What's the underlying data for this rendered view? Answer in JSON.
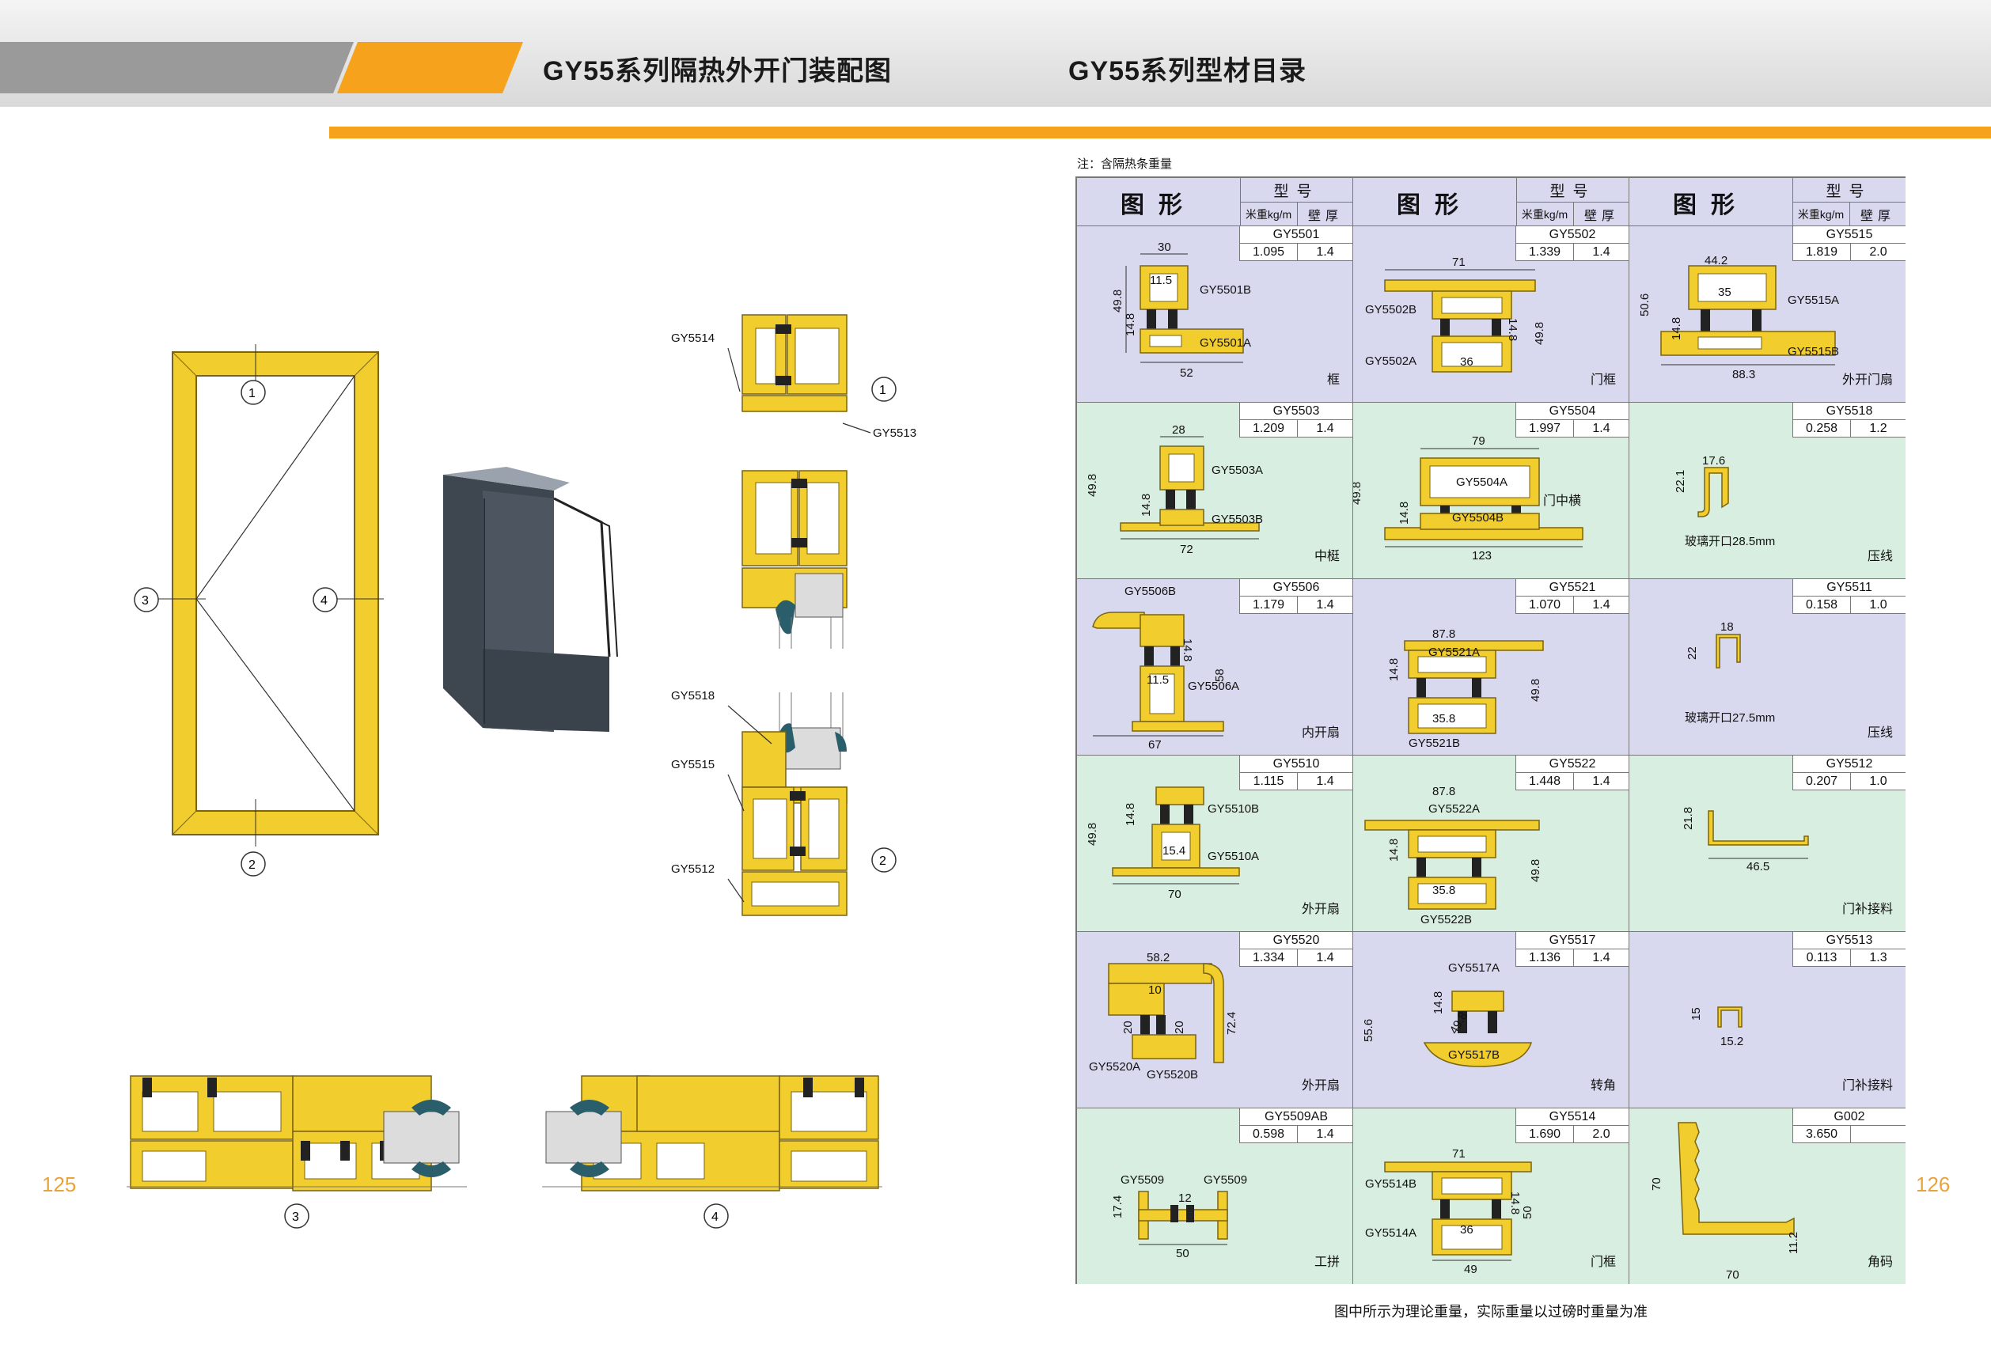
{
  "header": {
    "left_title": "GY55系列隔热外开门装配图",
    "right_title": "GY55系列型材目录"
  },
  "page_numbers": {
    "left": "125",
    "right": "126"
  },
  "catalog": {
    "note": "注：含隔热条重量",
    "header": {
      "figure": "图形",
      "model": "型号",
      "weight": "米重kg/m",
      "thickness": "壁厚"
    },
    "footer_note": "图中所示为理论重量，实际重量以过磅时重量为准",
    "cells": [
      {
        "code": "GY5501",
        "weight": "1.095",
        "thickness": "1.4",
        "name": "框",
        "parts": [
          "GY5501B",
          "GY5501A"
        ],
        "dims": [
          "30",
          "11.5",
          "49.8",
          "14.8",
          "52"
        ]
      },
      {
        "code": "GY5502",
        "weight": "1.339",
        "thickness": "1.4",
        "name": "门框",
        "parts": [
          "GY5502B",
          "GY5502A"
        ],
        "dims": [
          "71",
          "14.8",
          "49.8",
          "36"
        ]
      },
      {
        "code": "GY5515",
        "weight": "1.819",
        "thickness": "2.0",
        "name": "外开门扇",
        "parts": [
          "GY5515A",
          "GY5515B"
        ],
        "dims": [
          "44.2",
          "35",
          "50.6",
          "14.8",
          "88.3"
        ]
      },
      {
        "code": "GY5503",
        "weight": "1.209",
        "thickness": "1.4",
        "name": "中梃",
        "parts": [
          "GY5503A",
          "GY5503B"
        ],
        "dims": [
          "28",
          "49.8",
          "14.8",
          "72"
        ]
      },
      {
        "code": "GY5504",
        "weight": "1.997",
        "thickness": "1.4",
        "name": "门中横",
        "parts": [
          "GY5504A",
          "GY5504B"
        ],
        "dims": [
          "79",
          "49.8",
          "14.8",
          "123"
        ]
      },
      {
        "code": "GY5518",
        "weight": "0.258",
        "thickness": "1.2",
        "name": "压线",
        "parts": [
          "玻璃开口28.5mm"
        ],
        "dims": [
          "17.6",
          "22.1"
        ]
      },
      {
        "code": "GY5506",
        "weight": "1.179",
        "thickness": "1.4",
        "name": "内开扇",
        "parts": [
          "GY5506B",
          "GY5506A"
        ],
        "dims": [
          "14.8",
          "58",
          "11.5",
          "67"
        ]
      },
      {
        "code": "GY5521",
        "weight": "1.070",
        "thickness": "1.4",
        "name": "",
        "parts": [
          "GY5521A",
          "GY5521B"
        ],
        "dims": [
          "87.8",
          "14.8",
          "49.8",
          "35.8"
        ]
      },
      {
        "code": "GY5511",
        "weight": "0.158",
        "thickness": "1.0",
        "name": "压线",
        "parts": [
          "玻璃开口27.5mm"
        ],
        "dims": [
          "18",
          "22"
        ]
      },
      {
        "code": "GY5510",
        "weight": "1.115",
        "thickness": "1.4",
        "name": "外开扇",
        "parts": [
          "GY5510B",
          "GY5510A"
        ],
        "dims": [
          "14.8",
          "49.8",
          "15.4",
          "70"
        ]
      },
      {
        "code": "GY5522",
        "weight": "1.448",
        "thickness": "1.4",
        "name": "",
        "parts": [
          "GY5522A",
          "GY5522B"
        ],
        "dims": [
          "87.8",
          "14.8",
          "49.8",
          "35.8"
        ]
      },
      {
        "code": "GY5512",
        "weight": "0.207",
        "thickness": "1.0",
        "name": "门补接料",
        "parts": [],
        "dims": [
          "21.8",
          "46.5"
        ]
      },
      {
        "code": "GY5520",
        "weight": "1.334",
        "thickness": "1.4",
        "name": "外开扇",
        "parts": [
          "GY5520A",
          "GY5520B"
        ],
        "dims": [
          "58.2",
          "10",
          "20",
          "20",
          "72.4"
        ]
      },
      {
        "code": "GY5517",
        "weight": "1.136",
        "thickness": "1.4",
        "name": "转角",
        "parts": [
          "GY5517A",
          "GY5517B"
        ],
        "dims": [
          "49.8",
          "14.8",
          "55.6"
        ]
      },
      {
        "code": "GY5513",
        "weight": "0.113",
        "thickness": "1.3",
        "name": "门补接料",
        "parts": [],
        "dims": [
          "15",
          "15.2"
        ]
      },
      {
        "code": "GY5509AB",
        "weight": "0.598",
        "thickness": "1.4",
        "name": "工拼",
        "parts": [
          "GY5509",
          "GY5509"
        ],
        "dims": [
          "12",
          "17.4",
          "50"
        ]
      },
      {
        "code": "GY5514",
        "weight": "1.690",
        "thickness": "2.0",
        "name": "门框",
        "parts": [
          "GY5514B",
          "GY5514A"
        ],
        "dims": [
          "71",
          "14.8",
          "50",
          "36",
          "49"
        ]
      },
      {
        "code": "G002",
        "weight": "3.650",
        "thickness": "",
        "name": "角码",
        "parts": [],
        "dims": [
          "70",
          "11.2",
          "70"
        ]
      }
    ]
  },
  "assembly": {
    "door_markers": [
      "1",
      "2",
      "3",
      "4"
    ],
    "section_labels": [
      "GY5514",
      "GY5513",
      "GY5518",
      "GY5515",
      "GY5512"
    ],
    "section_markers": [
      "1",
      "2",
      "3",
      "4"
    ]
  },
  "colors": {
    "accent_orange": "#f7a21c",
    "profile_yellow": "#f2cd2e",
    "cell_purple": "#d8d8ef",
    "cell_green": "#d8eee0"
  }
}
